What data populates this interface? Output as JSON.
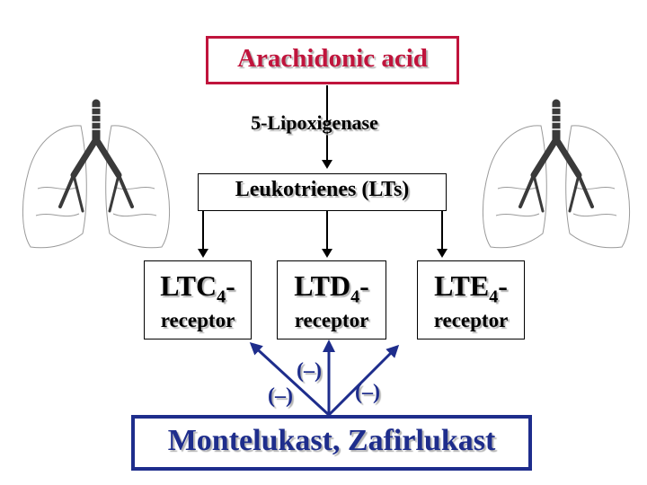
{
  "top_node": {
    "label": "Arachidonic acid",
    "color": "#c0143c"
  },
  "enzyme": {
    "label": "5-Lipoxigenase"
  },
  "middle_node": {
    "label": "Leukotrienes (LTs)"
  },
  "receptors": [
    {
      "name": "LTC",
      "sub": "4",
      "suffix": "-",
      "label": "receptor"
    },
    {
      "name": "LTD",
      "sub": "4",
      "suffix": "-",
      "label": "receptor"
    },
    {
      "name": "LTE",
      "sub": "4",
      "suffix": "-",
      "label": "receptor"
    }
  ],
  "inhibition": {
    "label": "(–)"
  },
  "drug_node": {
    "label": "Montelukast, Zafirlukast",
    "color": "#1e2d8c"
  },
  "icons": {
    "decor": "lungs-icon"
  }
}
